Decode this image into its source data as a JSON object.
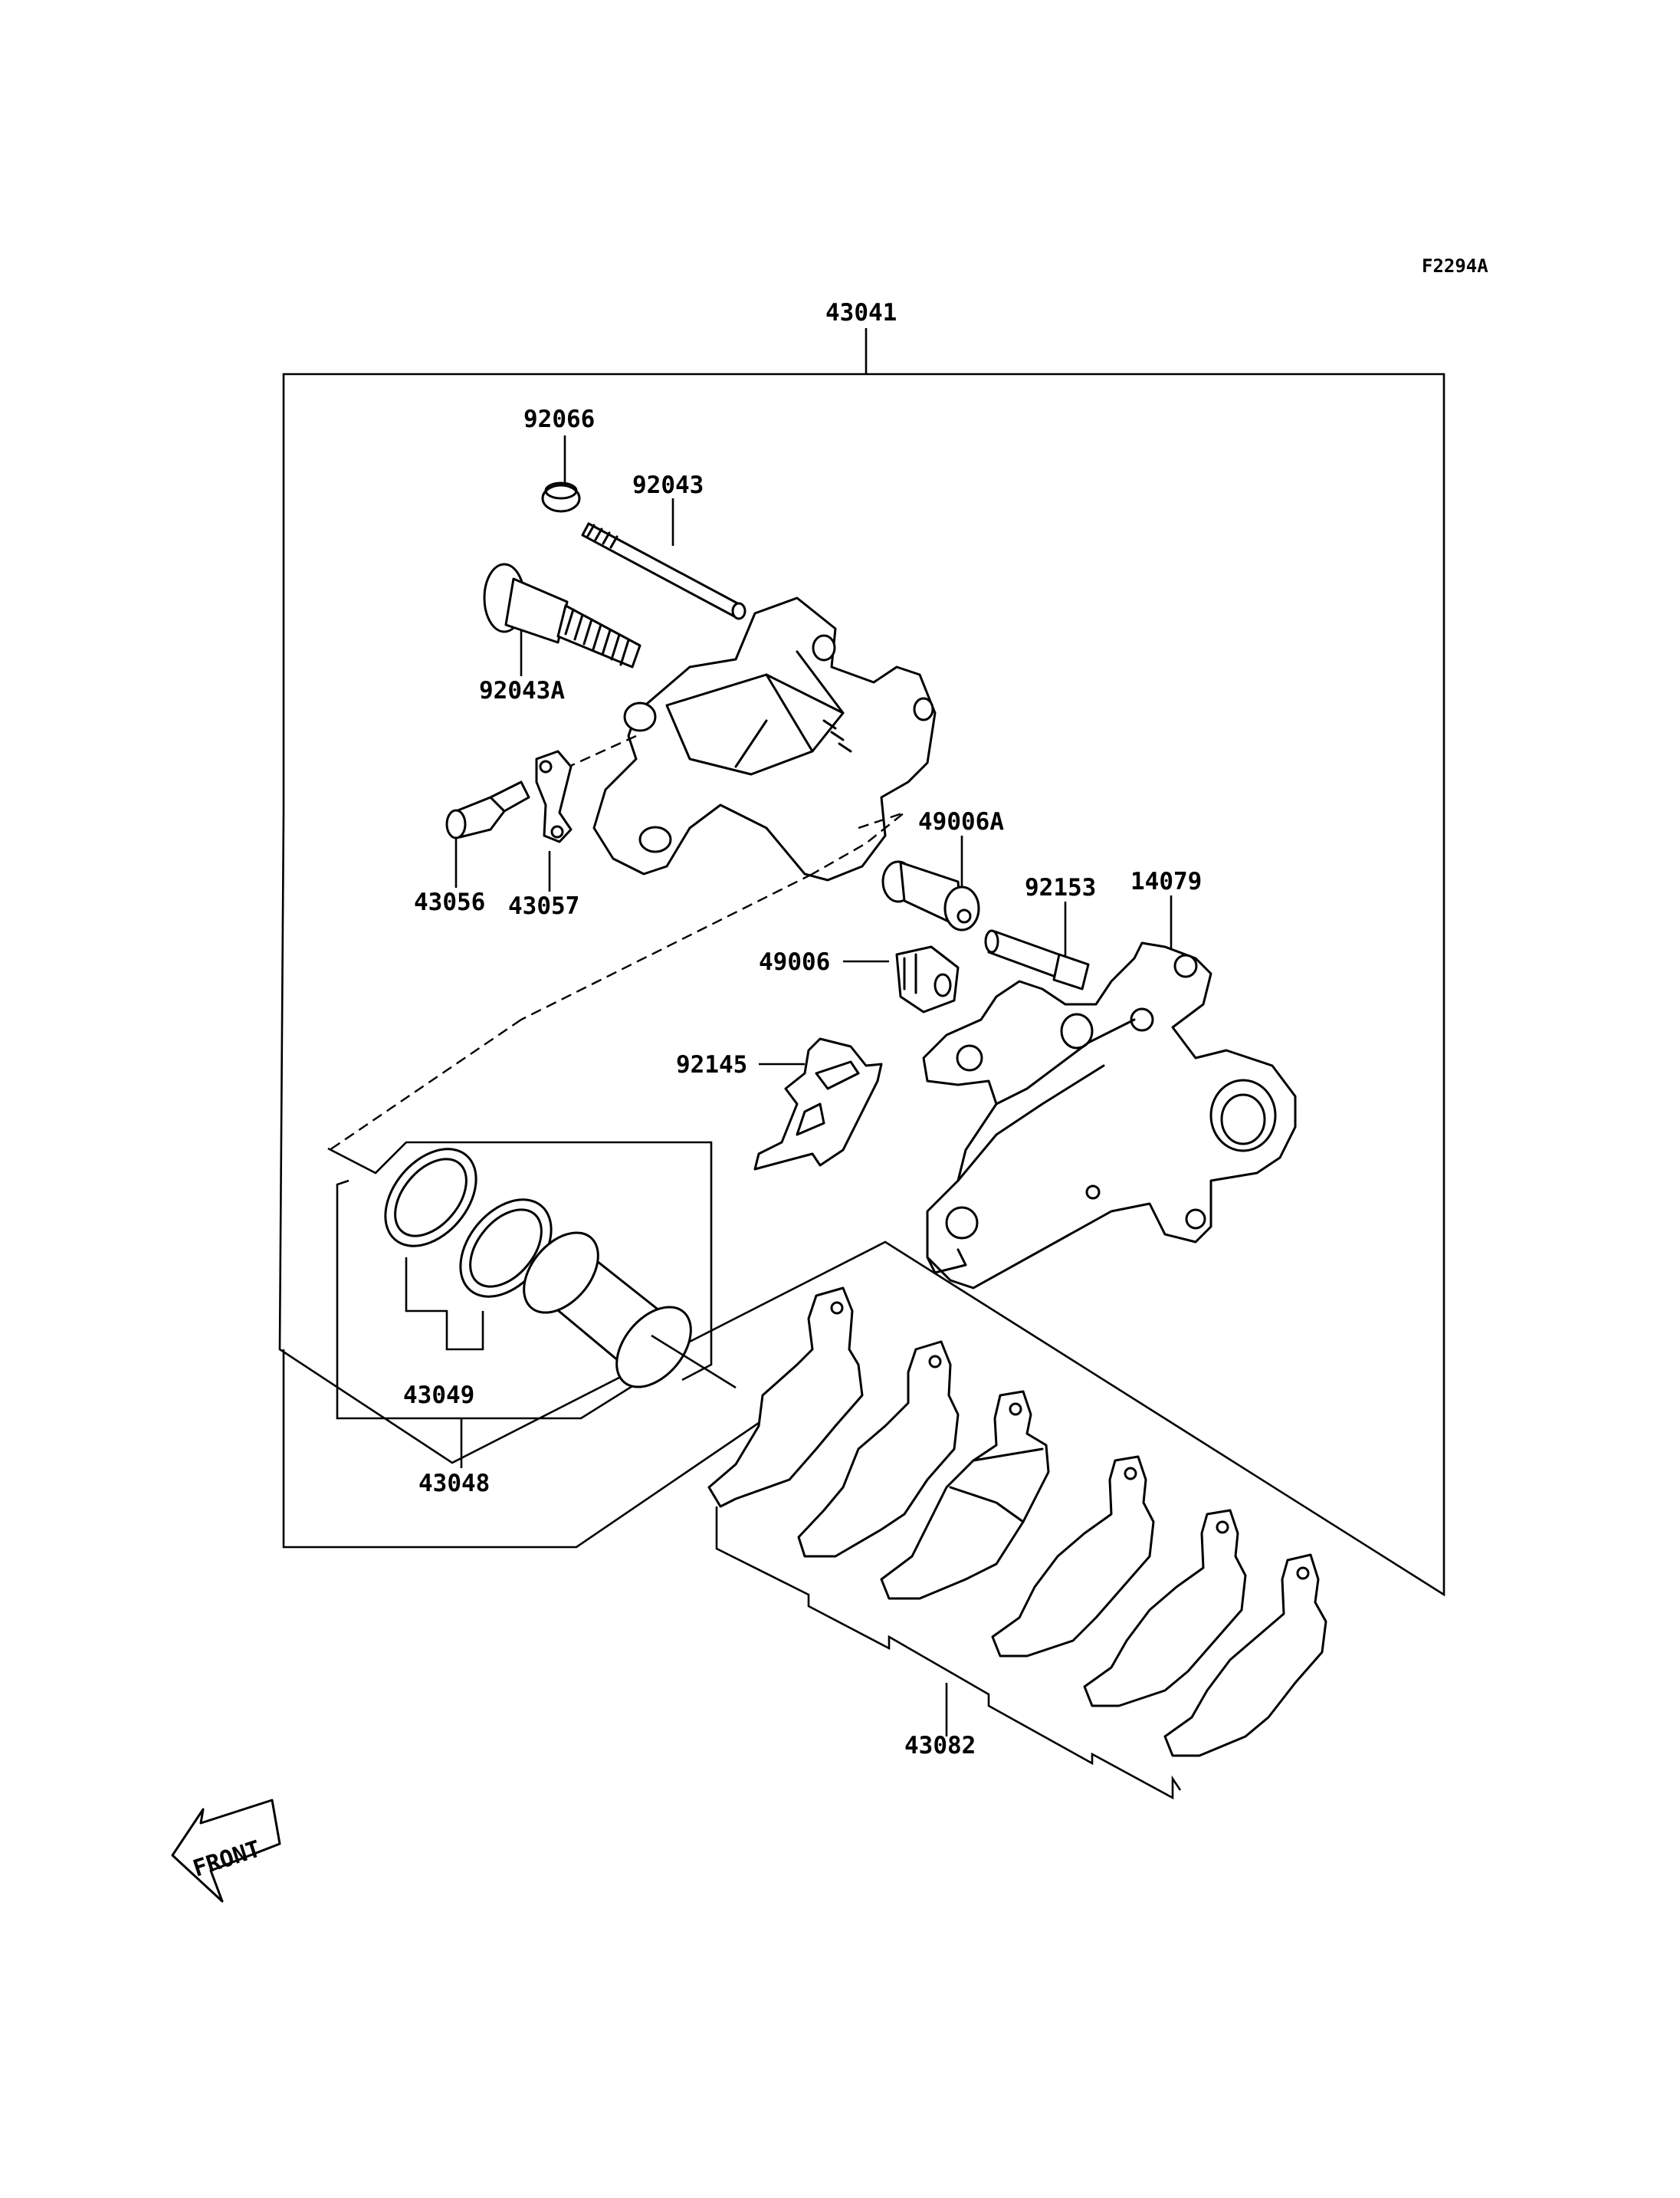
{
  "figure_code": "F2294A",
  "labels": {
    "caliper_assembly": "43041",
    "cap": "92066",
    "pin_long": "92043",
    "pin_bolt": "92043A",
    "bleed_valve": "43056",
    "bleed_cap_clip": "43057",
    "boot_a": "49006A",
    "boot": "49006",
    "pin_bracket": "92153",
    "bracket": "14079",
    "spring_clip": "92145",
    "seal_kit": "43049",
    "piston_kit": "43048",
    "pad_set": "43082"
  },
  "front_marker": "FRONT"
}
